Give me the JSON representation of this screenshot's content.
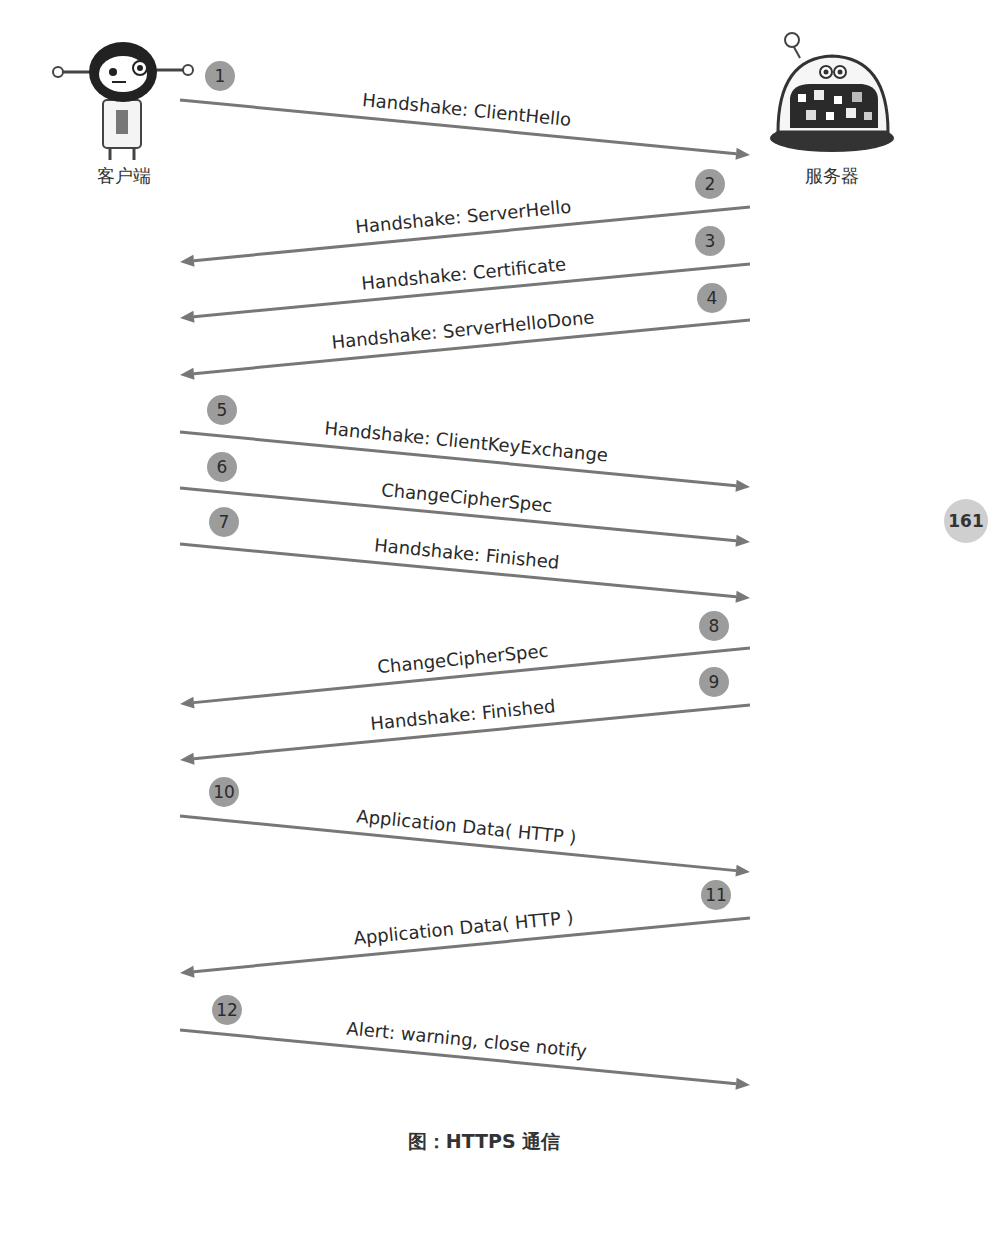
{
  "diagram": {
    "caption": "图：HTTPS 通信",
    "nodes": [
      {
        "text": [
          "客户端"
        ]
      },
      {
        "text": [
          "服务器"
        ]
      }
    ],
    "edges": [
      {
        "from": 0,
        "to": 1,
        "arrow": "to",
        "label": "Handshake: ClientHello"
      },
      {
        "from": 1,
        "to": 0,
        "arrow": "to",
        "label": "Handshake: ServerHello"
      },
      {
        "from": 1,
        "to": 0,
        "arrow": "to",
        "label": "Handshake: Certificate"
      },
      {
        "from": 1,
        "to": 0,
        "arrow": "to",
        "label": "Handshake: ServerHelloDone"
      },
      {
        "from": 0,
        "to": 1,
        "arrow": "to",
        "label": "Handshake: ClientKeyExchange"
      },
      {
        "from": 0,
        "to": 1,
        "arrow": "to",
        "label": "ChangeCipherSpec"
      },
      {
        "from": 0,
        "to": 1,
        "arrow": "to",
        "label": "Handshake: Finished"
      },
      {
        "from": 1,
        "to": 0,
        "arrow": "to",
        "label": "ChangeCipherSpec"
      },
      {
        "from": 1,
        "to": 0,
        "arrow": "to",
        "label": "Handshake: Finished"
      },
      {
        "from": 0,
        "to": 1,
        "arrow": "to",
        "label": "Application Data( HTTP )"
      },
      {
        "from": 1,
        "to": 0,
        "arrow": "to",
        "label": "Application Data( HTTP )"
      },
      {
        "from": 0,
        "to": 1,
        "arrow": "to",
        "label": "Alert: warning, close notify"
      }
    ],
    "labels": [
      "1",
      "2",
      "3",
      "4",
      "5",
      "6",
      "7",
      "8",
      "9",
      "10",
      "11",
      "12",
      "161"
    ]
  }
}
